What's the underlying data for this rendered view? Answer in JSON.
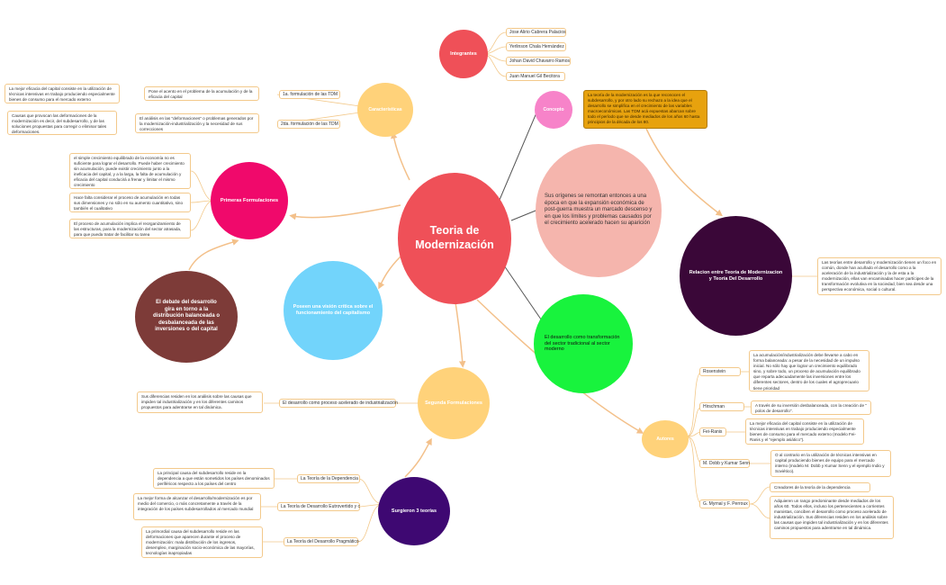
{
  "central": {
    "title_line1": "Teoria de",
    "title_line2": "Modernización"
  },
  "integrantes": {
    "label": "Integrantes",
    "members": [
      "Jose Alirio Cabrera Palacios",
      "Yerlinson Chala Hernández",
      "Johan David Chavarro Ramos",
      "Juan Manuel Gil Becitora"
    ]
  },
  "concepto": {
    "label": "Concepto",
    "text": "La teoría de la modernización es la que reconocen el subdesarrollo, y por otro lado su rechazo a la idea que el desarrollo se simplifica en el crecimiento de las variables macroeconómicas. Las TDM acá expuestas abarcan sobre todo el período que se desde mediados de los años 60 hasta principios de la década de los 80."
  },
  "caracteristicas": {
    "label": "Características",
    "items": [
      {
        "label": "1a. formulación de las TDM",
        "desc": "Pone el acento en el problema de la acumulación y de la eficacia del capital",
        "detail": "La mejor eficacia del capital consiste en la utilización de técnicas intensivas en trabajo produciendo especialmente bienes de consumo para el mercado externo"
      },
      {
        "label": "2da. formulación de las TDM",
        "desc": "El análisis en las \"deformaciones\" o problemas generados por la modernización-industrialización y la necesidad de sus correcciones",
        "detail": "Causas que provocan las deformaciones de la modernización es decir, del subdesarrollo, y de las soluciones propuestas para corregir o eliminar tales deformaciones."
      }
    ]
  },
  "primeras": {
    "label": "Primeras Formulaciones",
    "items": [
      "el simple crecimiento equilibrado de la economía no es suficiente para lograr el desarrollo. Puede haber crecimiento sin acumulación, puede existir crecimiento junto a la ineficacia del capital, y a la larga, la falta de acumulación y eficacia del capital conducirá a frenar y limitar el mismo crecimiento",
      "Hace falta considerar el proceso de acumulación en todas sus dimensiones y no sólo en su aumento cuantitativo, sino también el cualitativo",
      "El proceso de acumulación implica el reorganizamiento de las estructuras, para la modernización del sector atrasada, para que pueda tratar de facilitar su tarea"
    ]
  },
  "debate": {
    "text": "El debate del desarrollo gira en torno a la distribución balanceada o desbalanceada de las inversiones o del capital"
  },
  "origenes": {
    "text": "Sus orígenes se remontan entonces a una época en que la expansión económica de post-guerra muestra un marcado descenso y en que los límites y problemas causados por el crecimiento acelerado hacen su aparición"
  },
  "vision": {
    "text": "Poseen una visión crítica sobre el funcionamiento del capitalismo"
  },
  "transformacion": {
    "text": "El desarrollo como transformación del sector tradicional al sector moderno"
  },
  "relacion": {
    "label": "Relacion entre Teoría de Modernizacion y Teoría Del Desarrollo",
    "text": "Las teorías entre desarrollo y modernización tienen un foco en común, donde han acuñado el desarrollo como a la aceleración de la industrialización y la de esta a la modernización, ellas van encaminadas hacer partícipes de la transformación evolutiva en la sociedad, bien sea desde una perspectiva económica, social o cultural."
  },
  "segunda": {
    "label": "Segunda Formulaciones",
    "item": "El desarrollo como proceso acelerado de industrialización",
    "detail": "Sus diferencias residen en los análisis sobre las causas que impiden tal industrialización y en los diferentes caminos propuestos para adentrarse en tal dinámica."
  },
  "surgieron": {
    "label": "Surgieron 3 teorías",
    "items": [
      {
        "label": "La Teoría de la Dependencia",
        "detail": "La principal causa del subdesarrollo reside en la dependencia a que están sometidos los países denominados periféricos respecto a los países del centro"
      },
      {
        "label": "La Teoría de Desarrollo Eutrovertido y c",
        "detail": "La mejor forma de alcanzar el desarrollo/modernización es por medio del comercio, o más concretamente a través de la integración de los países subdesarrollados al mercado mundial"
      },
      {
        "label": "La Teoría del Desarrollo Pragmático",
        "detail": "La primordial causa del subdesarrollo reside en las deformaciones que aparecen durante el proceso de modernización: mala distribución de los ingresos, desempleo, marginación socio-económica de las mayorías, tecnologías inapropiadas"
      }
    ]
  },
  "autores": {
    "label": "Autores",
    "items": [
      {
        "name": "Rosenstein",
        "text": "La acumulación/industrialización debe llevarse a cabo en forma balanceada: a pesar de la necesidad de un impulso inicial. No sólo hay que lograr un crecimiento equilibrado sino, y sobre todo, un proceso de acumulación equilibrado que reparta adecuadamente las inversiones entre los diferentes sectores, dentro de los cuales el agroprecuario tiene prioridad"
      },
      {
        "name": "Hirschman",
        "text": "A través de su inversión desbalanceada, con la creación de \" polos de desarrollo\"."
      },
      {
        "name": "Fei-Ranis",
        "text": "La mejor eficacia del capital consiste en la utilización de técnicas intensivas en trabajo produciendo especialmente bienes de consumo para el mercado externo (modelo Fei-Ranis y el \"ejemplo asiático\")."
      },
      {
        "name": "M. Dobb y Kumar Senn",
        "text": "O al contrario en la utilización de técnicas intensivas en capital produciendo bienes de equipo para el mercado interno (modelo M. Dobb y Kumar Senn y el ejemplo Indio y Soviético)."
      },
      {
        "name": "G. Myrnal y F. Perroux",
        "texts": [
          "Creadores de la teoría de la dependencia",
          "Adquieren un rango predominante desde mediados de los años 60. Todos ellos, incluso los pertenecientes a corrientes marxistas, conciben el desarrollo como proceso acelerado de industrialización. Sus diferencias residen en los análisis sobre las causas que impiden tal industrialización y en los diferentes caminos propuestos para adentrarse en tal dinámica."
        ]
      }
    ]
  },
  "colors": {
    "central": "#ef5058",
    "integrantes": "#ef5058",
    "concepto": "#f783c9",
    "caracteristicas": "#ffd27a",
    "primeras": "#f0096b",
    "debate": "#7d3b38",
    "origenes": "#f5b5ad",
    "vision": "#72d4fb",
    "transformacion": "#18f33d",
    "relacion": "#3a0738",
    "segunda": "#ffd27a",
    "surgieron": "#3e0872",
    "autores": "#ffd27a",
    "connector": "#f3c08a",
    "concept_box": "#e7a20e"
  }
}
